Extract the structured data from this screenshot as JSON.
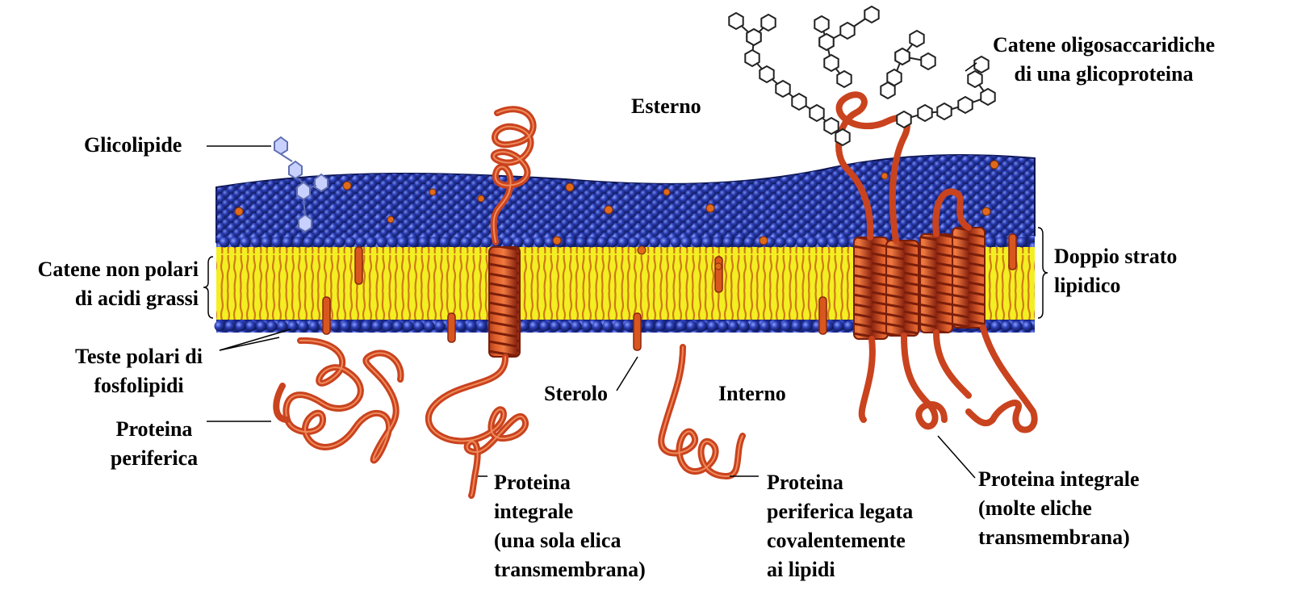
{
  "labels": {
    "glycolipid": "Glicolipide",
    "outside": "Esterno",
    "oligosaccharide_line1": "Catene oligosaccaridiche",
    "oligosaccharide_line2": "di una glicoproteina",
    "fatty_acids_line1": "Catene non polari",
    "fatty_acids_line2": "di acidi grassi",
    "bilayer_line1": "Doppio strato",
    "bilayer_line2": "lipidico",
    "polar_heads_line1": "Teste polari di",
    "polar_heads_line2": "fosfolipidi",
    "sterol": "Sterolo",
    "inside": "Interno",
    "peripheral_line1": "Proteina",
    "peripheral_line2": "periferica",
    "integral_single_line1": "Proteina",
    "integral_single_line2": "integrale",
    "integral_single_line3": "(una sola elica",
    "integral_single_line4": "transmembrana)",
    "lipid_anchored_line1": "Proteina",
    "lipid_anchored_line2": "periferica legata",
    "lipid_anchored_line3": "covalentemente",
    "lipid_anchored_line4": "ai lipidi",
    "integral_multi_line1": "Proteina integrale",
    "integral_multi_line2": "(molte eliche",
    "integral_multi_line3": "transmembrana)"
  },
  "colors": {
    "head_blue": "#2838a8",
    "head_dark": "#101c60",
    "tail_yellow": "#f2ee1e",
    "tail_orange": "#d8821a",
    "protein": "#d24a22",
    "protein_dark": "#8a2410",
    "sugar": "#ffffff"
  }
}
